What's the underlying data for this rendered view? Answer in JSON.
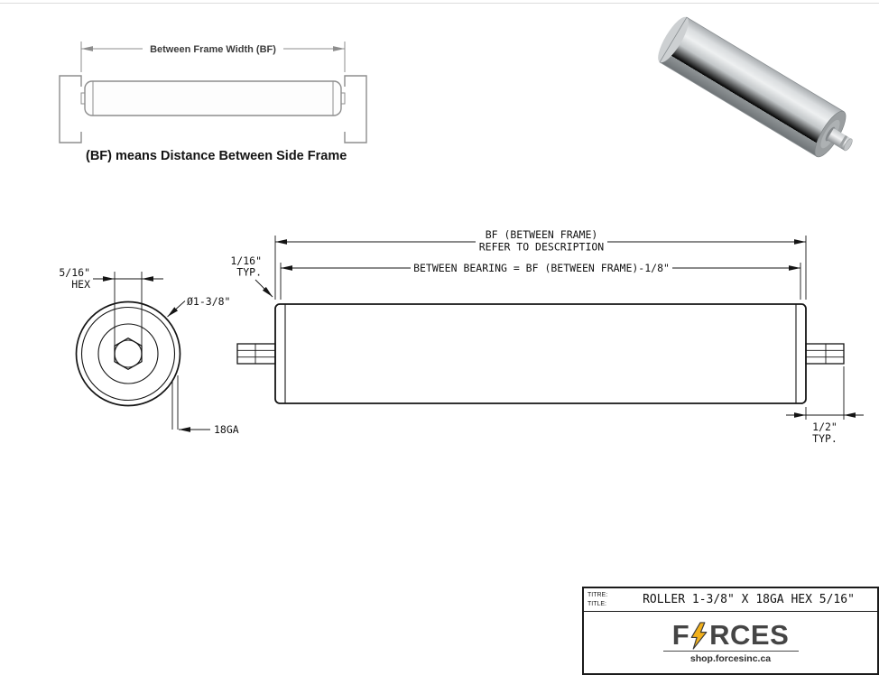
{
  "inset": {
    "dimension_label": "Between Frame Width (BF)",
    "caption": "(BF) means Distance Between Side Frame"
  },
  "end_view": {
    "hex_size_line1": "5/16\"",
    "hex_size_line2": "HEX",
    "diameter_label": "Ø1-3/8\"",
    "gauge_label": "18GA"
  },
  "side_view": {
    "bf_dim_line1": "BF (BETWEEN FRAME)",
    "bf_dim_line2": "REFER TO DESCRIPTION",
    "between_bearing_label": "BETWEEN BEARING = BF (BETWEEN FRAME)-1/8\"",
    "end_gap_line1": "1/16\"",
    "end_gap_line2": "TYP.",
    "shaft_ext_line1": "1/2\"",
    "shaft_ext_line2": "TYP."
  },
  "title_block": {
    "label_titre": "TITRE:",
    "label_title": "TITLE:",
    "drawing_title": "ROLLER 1-3/8\" X 18GA HEX 5/16\"",
    "brand_first": "F",
    "brand_rest": "RCES",
    "website": "shop.forcesinc.ca"
  },
  "colors": {
    "object_line": "#141414",
    "inset_line": "#8d8d8d",
    "logo_text": "#454545",
    "bolt_gold": "#f2b11c"
  }
}
